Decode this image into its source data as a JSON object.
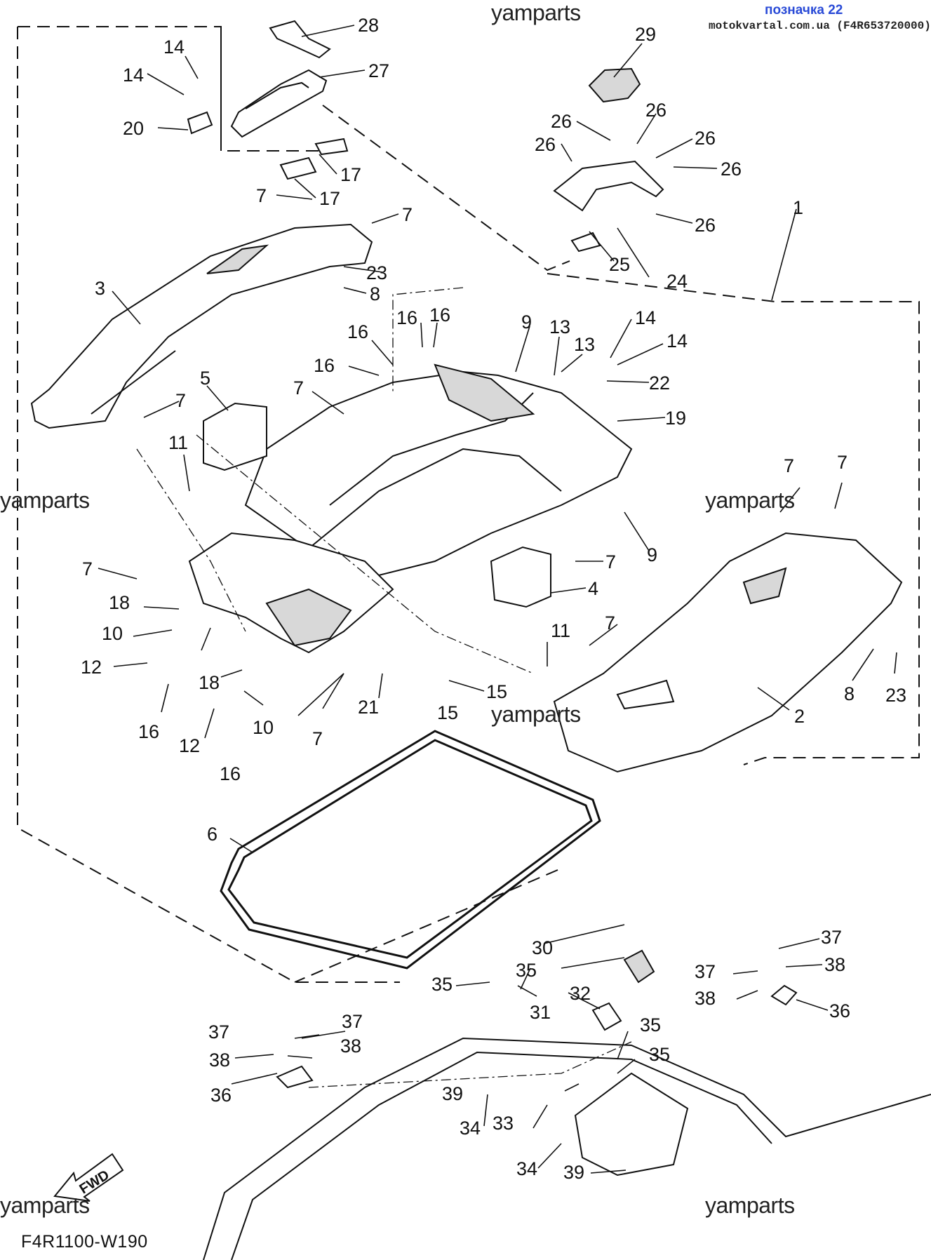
{
  "header": {
    "label": "позначка 22",
    "site": "motokvartal.com.ua (F4R653720000)"
  },
  "watermarks": [
    "yamparts",
    "yamparts",
    "yamparts",
    "yamparts",
    "yamparts",
    "yamparts"
  ],
  "drawing_code": "F4R1100-W190",
  "fwd_label": "FWD",
  "callouts": [
    "28",
    "27",
    "29",
    "14",
    "14",
    "20",
    "26",
    "26",
    "26",
    "26",
    "26",
    "26",
    "17",
    "17",
    "7",
    "7",
    "23",
    "8",
    "25",
    "24",
    "1",
    "3",
    "16",
    "16",
    "16",
    "16",
    "9",
    "13",
    "13",
    "14",
    "14",
    "22",
    "19",
    "5",
    "7",
    "7",
    "11",
    "7",
    "9",
    "7",
    "7",
    "4",
    "18",
    "10",
    "12",
    "7",
    "18",
    "11",
    "7",
    "15",
    "8",
    "23",
    "2",
    "16",
    "12",
    "10",
    "21",
    "15",
    "7",
    "16",
    "6",
    "37",
    "38",
    "36",
    "37",
    "38",
    "30",
    "35",
    "35",
    "32",
    "31",
    "35",
    "35",
    "37",
    "37",
    "38",
    "38",
    "36",
    "39",
    "34",
    "33",
    "34",
    "39"
  ]
}
